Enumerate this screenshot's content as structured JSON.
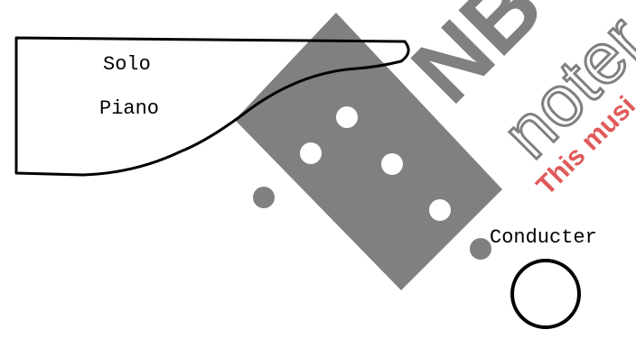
{
  "diagram": {
    "piano": {
      "line1": "Solo",
      "line2": "Piano",
      "shape": "grand-piano-outline"
    },
    "conductor": {
      "label": "Conducter",
      "shape": "circle"
    }
  },
  "watermark": {
    "logo_text": "NB",
    "brand_text": "noter",
    "tagline": "This musi",
    "logo_color": "#808080",
    "tagline_color": "#e05a5a"
  },
  "colors": {
    "ink": "#000000",
    "background": "#ffffff"
  }
}
